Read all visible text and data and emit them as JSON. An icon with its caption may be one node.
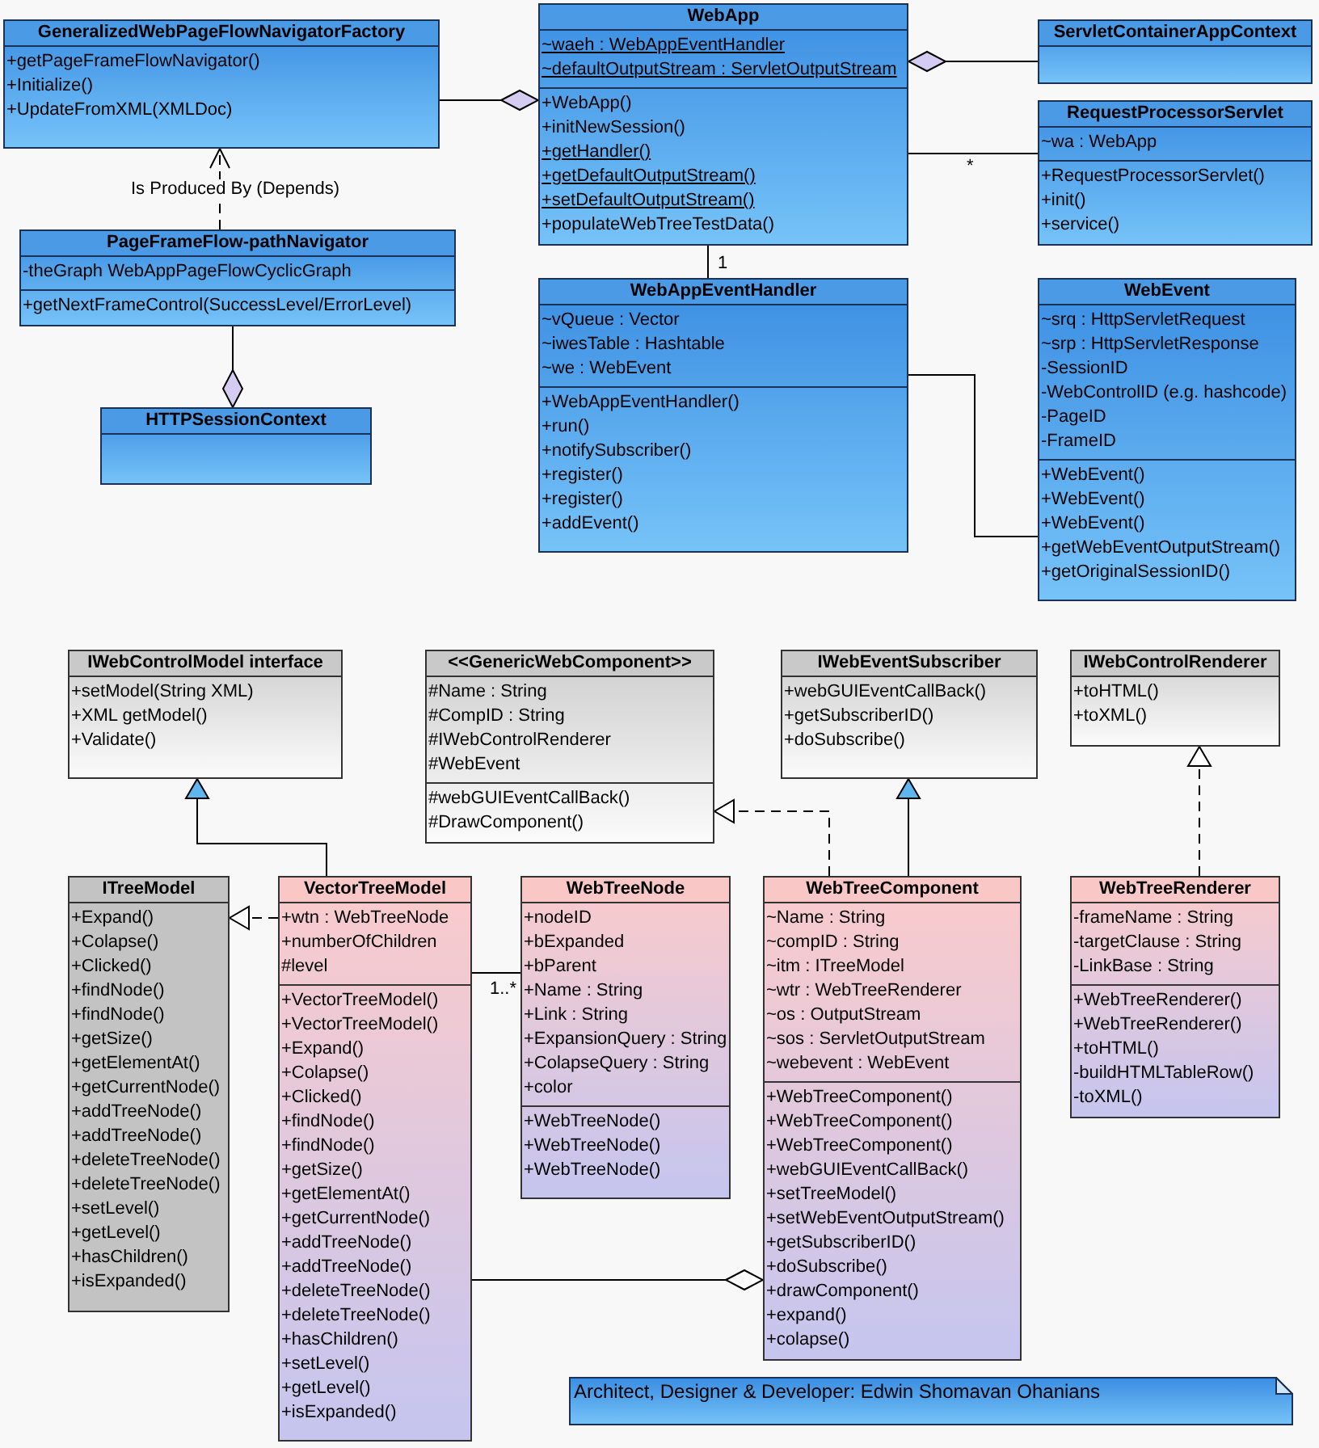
{
  "diagram": {
    "nodes": [
      {
        "text": [
          "GeneralizedWebPageFlowNavigatorFactory",
          "+getPageFrameFlowNavigator()",
          "+Initialize()",
          "+UpdateFromXML(XMLDoc)"
        ]
      },
      {
        "text": [
          "WebApp",
          "~waeh : WebAppEventHandler",
          "~defaultOutputStream : ServletOutputStream",
          "+WebApp()",
          "+initNewSession()",
          "+getHandler()",
          "+getDefaultOutputStream()",
          "+setDefaultOutputStream()",
          "+populateWebTreeTestData()"
        ]
      },
      {
        "text": [
          "ServletContainerAppContext"
        ]
      },
      {
        "text": [
          "RequestProcessorServlet",
          "~wa : WebApp",
          "+RequestProcessorServlet()",
          "+init()",
          "+service()"
        ]
      },
      {
        "text": [
          "PageFrameFlow-pathNavigator",
          "-theGraph WebAppPageFlowCyclicGraph",
          "+getNextFrameControl(SuccessLevel/ErrorLevel)"
        ]
      },
      {
        "text": [
          "WebAppEventHandler",
          "~vQueue : Vector",
          "~iwesTable : Hashtable",
          "~we : WebEvent",
          "+WebAppEventHandler()",
          "+run()",
          "+notifySubscriber()",
          "+register()",
          "+register()",
          "+addEvent()"
        ]
      },
      {
        "text": [
          "WebEvent",
          "~srq : HttpServletRequest",
          "~srp : HttpServletResponse",
          "-SessionID",
          "-WebControlID (e.g. hashcode)",
          "-PageID",
          "-FrameID",
          "+WebEvent()",
          "+WebEvent()",
          "+WebEvent()",
          "+getWebEventOutputStream()",
          "+getOriginalSessionID()"
        ]
      },
      {
        "text": [
          "HTTPSessionContext"
        ]
      },
      {
        "text": [
          "IWebControlModel interface",
          "+setModel(String XML)",
          "+XML getModel()",
          "+Validate()"
        ]
      },
      {
        "text": [
          "<<GenericWebComponent>>",
          "#Name : String",
          "#CompID : String",
          "#IWebControlRenderer",
          "#WebEvent",
          "#webGUIEventCallBack()",
          "#DrawComponent()"
        ]
      },
      {
        "text": [
          "IWebEventSubscriber",
          "+webGUIEventCallBack()",
          "+getSubscriberID()",
          "+doSubscribe()"
        ]
      },
      {
        "text": [
          "IWebControlRenderer",
          "+toHTML()",
          "+toXML()"
        ]
      },
      {
        "text": [
          "ITreeModel",
          "+Expand()",
          "+Colapse()",
          "+Clicked()",
          "+findNode()",
          "+findNode()",
          "+getSize()",
          "+getElementAt()",
          "+getCurrentNode()",
          "+addTreeNode()",
          "+addTreeNode()",
          "+deleteTreeNode()",
          "+deleteTreeNode()",
          "+setLevel()",
          "+getLevel()",
          "+hasChildren()",
          "+isExpanded()"
        ]
      },
      {
        "text": [
          "VectorTreeModel",
          "+wtn : WebTreeNode",
          "+numberOfChildren",
          "#level",
          "+VectorTreeModel()",
          "+VectorTreeModel()",
          "+Expand()",
          "+Colapse()",
          "+Clicked()",
          "+findNode()",
          "+findNode()",
          "+getSize()",
          "+getElementAt()",
          "+getCurrentNode()",
          "+addTreeNode()",
          "+addTreeNode()",
          "+deleteTreeNode()",
          "+deleteTreeNode()",
          "+hasChildren()",
          "+setLevel()",
          "+getLevel()",
          "+isExpanded()"
        ]
      },
      {
        "text": [
          "WebTreeNode",
          "+nodeID",
          "+bExpanded",
          "+bParent",
          "+Name : String",
          "+Link : String",
          "+ExpansionQuery : String",
          "+ColapseQuery : String",
          "+color",
          "+WebTreeNode()",
          "+WebTreeNode()",
          "+WebTreeNode()"
        ]
      },
      {
        "text": [
          "WebTreeComponent",
          "~Name : String",
          "~compID : String",
          "~itm : ITreeModel",
          "~wtr : WebTreeRenderer",
          "~os : OutputStream",
          "~sos : ServletOutputStream",
          "~webevent : WebEvent",
          "+WebTreeComponent()",
          "+WebTreeComponent()",
          "+WebTreeComponent()",
          "+webGUIEventCallBack()",
          "+setTreeModel()",
          "+setWebEventOutputStream()",
          "+getSubscriberID()",
          "+doSubscribe()",
          "+drawComponent()",
          "+expand()",
          "+colapse()"
        ]
      },
      {
        "text": [
          "WebTreeRenderer",
          "-frameName : String",
          "-targetClause : String",
          "-LinkBase : String",
          "+WebTreeRenderer()",
          "+WebTreeRenderer()",
          "+toHTML()",
          "-buildHTMLTableRow()",
          "-toXML()"
        ]
      },
      {
        "text": [
          "Architect, Designer & Developer: Edwin Shomavan Ohanians"
        ]
      }
    ],
    "edges": [
      {
        "from": 0,
        "to": 1,
        "arrow": "other"
      },
      {
        "from": 2,
        "to": 1,
        "arrow": "other"
      },
      {
        "from": 1,
        "to": 3,
        "arrow": "none",
        "label": "*"
      },
      {
        "from": 1,
        "to": 5,
        "arrow": "none",
        "label": "1"
      },
      {
        "from": 4,
        "to": 0,
        "arrow": "to",
        "style": "dashed",
        "label": "Is Produced By (Depends)"
      },
      {
        "from": 4,
        "to": 7,
        "arrow": "other"
      },
      {
        "from": 5,
        "to": 6,
        "arrow": "none"
      },
      {
        "from": 13,
        "to": 8,
        "arrow": "to"
      },
      {
        "from": 13,
        "to": 12,
        "arrow": "to",
        "style": "dashed"
      },
      {
        "from": 15,
        "to": 9,
        "arrow": "to",
        "style": "dashed"
      },
      {
        "from": 15,
        "to": 10,
        "arrow": "to"
      },
      {
        "from": 16,
        "to": 11,
        "arrow": "to",
        "style": "dashed"
      },
      {
        "from": 13,
        "to": 14,
        "arrow": "none",
        "label": "1..*"
      },
      {
        "from": 13,
        "to": 15,
        "arrow": "other"
      }
    ]
  }
}
